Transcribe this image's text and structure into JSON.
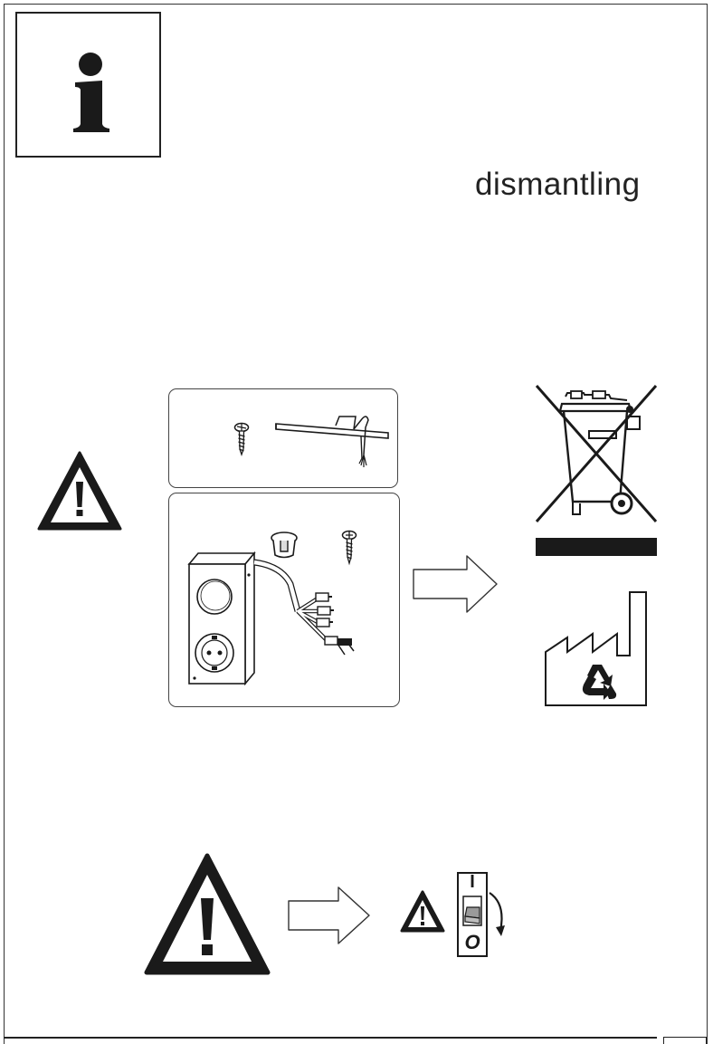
{
  "header": {
    "info_icon": "info-icon",
    "title": "dismantling"
  },
  "disposal": {
    "warning_icon": "warning-triangle-icon",
    "parts_panel_top": [
      "screw-icon",
      "lamp-bar-icon"
    ],
    "parts_panel_bottom": [
      "cap-icon",
      "screw-icon",
      "socket-box-icon",
      "cable-connectors-icon"
    ],
    "arrow_icon": "arrow-right-icon",
    "weee_icon": "crossed-out-wheelie-bin-icon",
    "recycling_icon": "recycling-factory-icon"
  },
  "power_off": {
    "warning_icon": "warning-triangle-icon",
    "arrow_icon": "arrow-right-icon",
    "small_warning_icon": "warning-triangle-icon",
    "switch_on_label": "I",
    "switch_off_label": "O"
  },
  "colors": {
    "ink": "#1a1a1a",
    "switch_gray": "#9a9a9a"
  }
}
